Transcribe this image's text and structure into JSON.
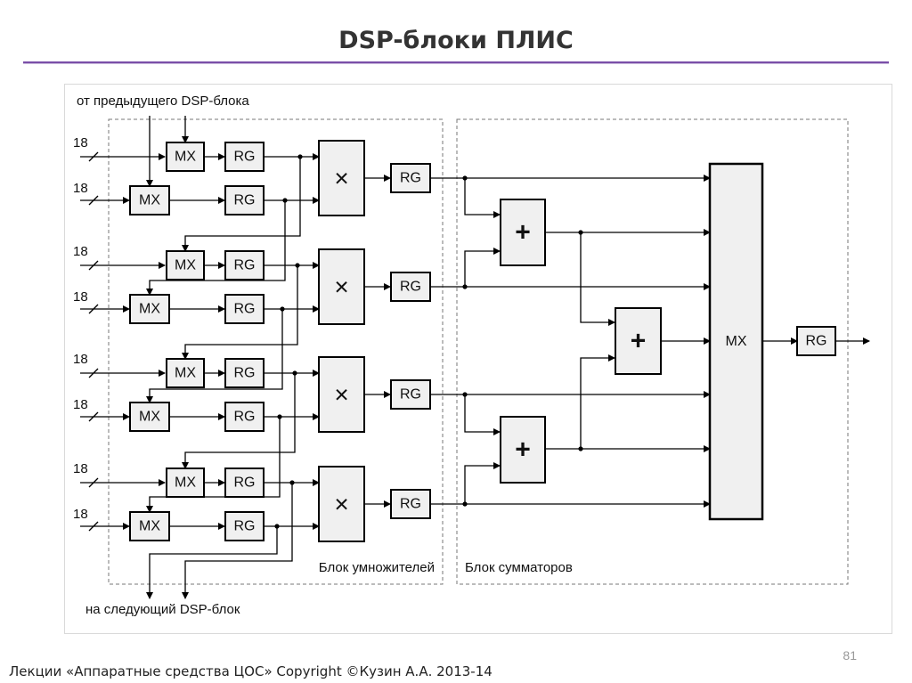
{
  "slide": {
    "title": "DSP-блоки ПЛИС",
    "page_number": "81",
    "footer": "Лекции «Аппаратные средства ЦОС» Copyright ©Кузин А.А. 2013-14"
  },
  "diagram": {
    "label_from_prev": "от предыдущего DSP-блока",
    "label_to_next": "на следующий DSP-блок",
    "label_mult_block": "Блок умножителей",
    "label_adder_block": "Блок сумматоров",
    "bus_width": "18",
    "mx_label": "MX",
    "rg_label": "RG",
    "mult_symbol": "×",
    "add_symbol": "+"
  }
}
